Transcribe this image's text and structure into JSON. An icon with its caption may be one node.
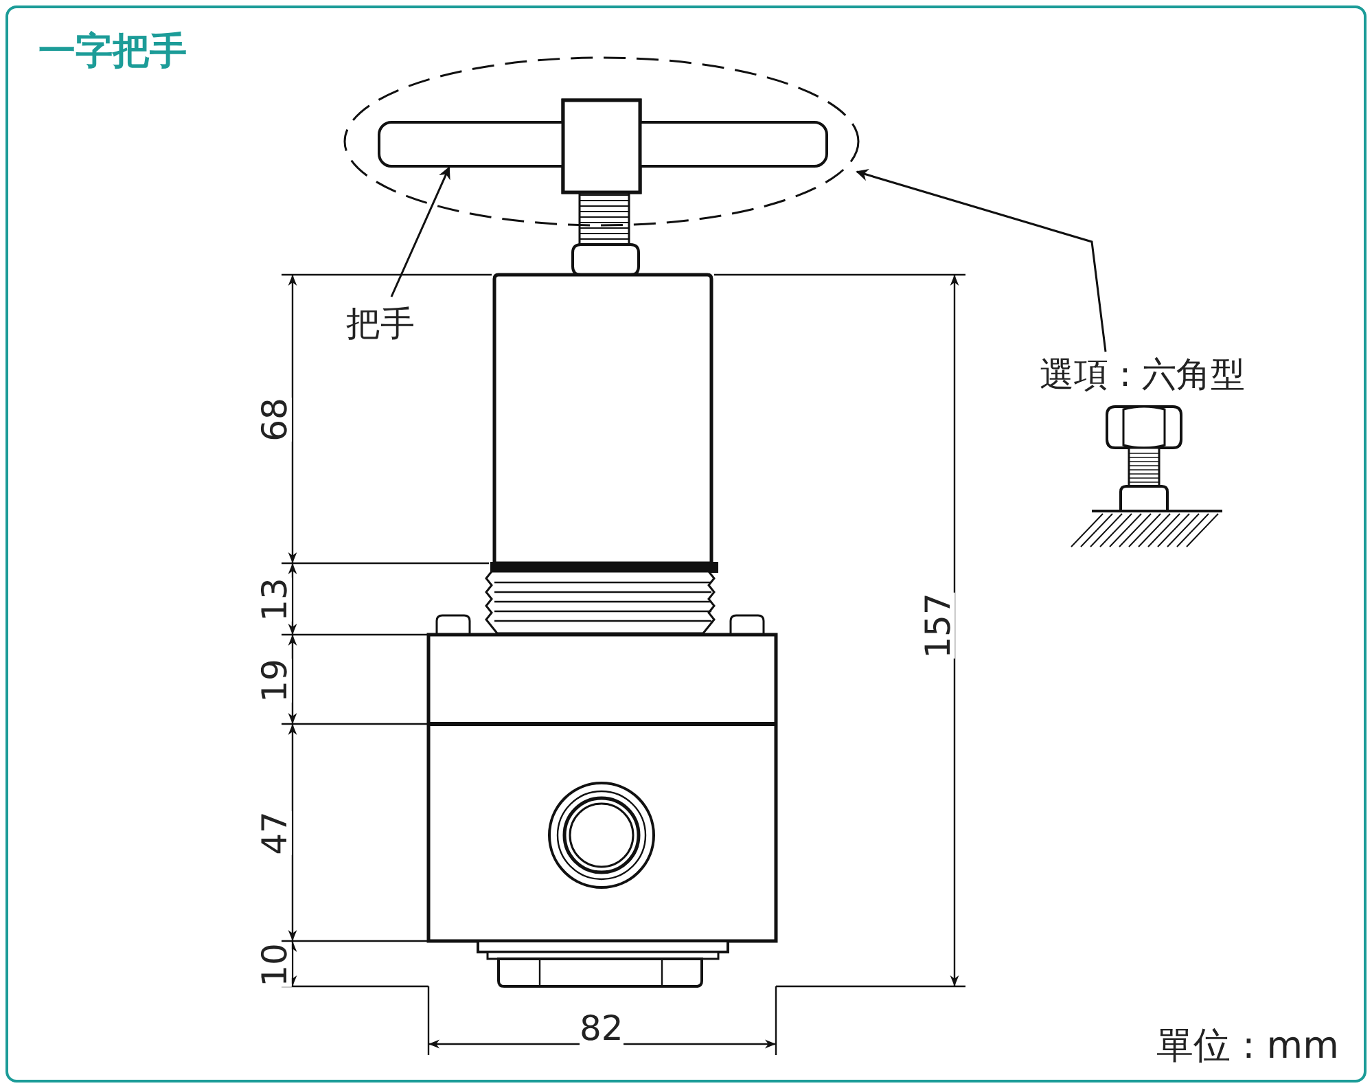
{
  "diagram": {
    "title": "一字把手",
    "nodes": [
      {
        "text": [],
        "shape": "ellipse"
      },
      {
        "text": [],
        "shape": "bar",
        "in": 0
      },
      {
        "text": [
          "把手"
        ]
      },
      {
        "text": [
          "選項 : 六角型"
        ]
      }
    ],
    "edges": [
      {
        "from": 2,
        "to": 1,
        "arrow": "to"
      },
      {
        "from": 3,
        "to": 0,
        "arrow": "to"
      }
    ],
    "labels": [
      "68",
      "13",
      "19",
      "47",
      "10",
      "157",
      "82",
      "單位 : mm"
    ]
  }
}
